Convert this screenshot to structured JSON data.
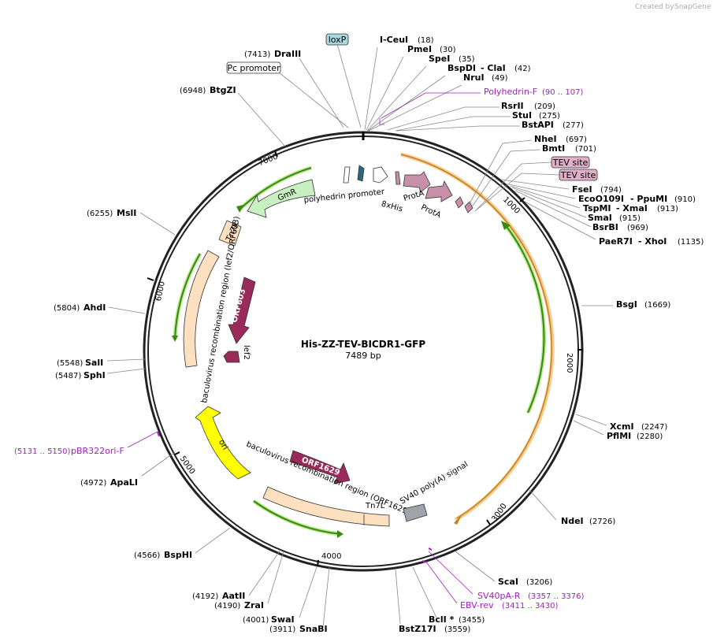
{
  "credit": "Created by",
  "credit_brand": "SnapGene",
  "plasmid": {
    "name": "His-ZZ-TEV-BICDR1-GFP",
    "length": "7489 bp"
  },
  "ticks": [
    "1000",
    "2000",
    "3000",
    "4000",
    "5000",
    "6000",
    "7000"
  ],
  "sites": [
    {
      "name": "I-CeuI",
      "pos": "(18)"
    },
    {
      "name": "PmeI",
      "pos": "(30)"
    },
    {
      "name": "SpeI",
      "pos": "(35)"
    },
    {
      "name": "BspDI",
      "pos": ""
    },
    {
      "name": "- ClaI",
      "pos": "(42)"
    },
    {
      "name": "NruI",
      "pos": "(49)"
    },
    {
      "name": "RsrII",
      "pos": "(209)"
    },
    {
      "name": "StuI",
      "pos": "(275)"
    },
    {
      "name": "BstAPI",
      "pos": "(277)"
    },
    {
      "name": "NheI",
      "pos": "(697)"
    },
    {
      "name": "BmtI",
      "pos": "(701)"
    },
    {
      "name": "FseI",
      "pos": "(794)"
    },
    {
      "name": "EcoO109I",
      "pos": ""
    },
    {
      "name": "- PpuMI",
      "pos": "(910)"
    },
    {
      "name": "TspMI",
      "pos": ""
    },
    {
      "name": "- XmaI",
      "pos": "(913)"
    },
    {
      "name": "SmaI",
      "pos": "(915)"
    },
    {
      "name": "BsrBI",
      "pos": "(969)"
    },
    {
      "name": "PaeR7I",
      "pos": ""
    },
    {
      "name": "- XhoI",
      "pos": "(1135)"
    },
    {
      "name": "BsgI",
      "pos": "(1669)"
    },
    {
      "name": "XcmI",
      "pos": "(2247)"
    },
    {
      "name": "PflMI",
      "pos": "(2280)"
    },
    {
      "name": "NdeI",
      "pos": "(2726)"
    },
    {
      "name": "ScaI",
      "pos": "(3206)"
    },
    {
      "name": "BclI *",
      "pos": "(3455)"
    },
    {
      "name": "BstZ17I",
      "pos": "(3559)"
    },
    {
      "name": "SnaBI",
      "pos": "(3911)"
    },
    {
      "name": "SwaI",
      "pos": "(4001)"
    },
    {
      "name": "ZraI",
      "pos": "(4190)"
    },
    {
      "name": "AatII",
      "pos": "(4192)"
    },
    {
      "name": "BspHI",
      "pos": "(4566)"
    },
    {
      "name": "ApaLI",
      "pos": "(4972)"
    },
    {
      "name": "SphI",
      "pos": "(5487)"
    },
    {
      "name": "SalI",
      "pos": "(5548)"
    },
    {
      "name": "AhdI",
      "pos": "(5804)"
    },
    {
      "name": "MslI",
      "pos": "(6255)"
    },
    {
      "name": "BtgZI",
      "pos": "(6948)"
    },
    {
      "name": "DraIII",
      "pos": "(7413)"
    }
  ],
  "primers": [
    {
      "name": "Polyhedrin-F",
      "pos": "(90 .. 107)"
    },
    {
      "name": "SV40pA-R",
      "pos": "(3357 .. 3376)"
    },
    {
      "name": "EBV-rev",
      "pos": "(3411 .. 3430)"
    },
    {
      "name": "pBR322ori-F",
      "pos": "(5131 .. 5150)"
    }
  ],
  "boxed_labels": {
    "loxp": "loxP",
    "pc_promoter": "Pc promoter",
    "tev1": "TEV site",
    "tev2": "TEV site"
  },
  "features": {
    "gmr": "GmR",
    "tn7r": "Tn7R",
    "polyhedrin_promoter": "polyhedrin promoter",
    "his": "8xHis",
    "prota1": "ProtA",
    "prota2": "ProtA",
    "orf603": "ORF603",
    "lef2": "lef2",
    "brr_top": "baculovirus recombination region (lef2/ORF603)",
    "ori": "ori",
    "orf1629": "ORF1629",
    "brr_bottom": "baculovirus recombination region (ORF1629)",
    "tn7l": "Tn7L",
    "sv40": "SV40 poly(A) signal"
  },
  "colors": {
    "backbone": "#222222",
    "gfp_orange": "#f0a030",
    "green_arrow": "#3a8a10",
    "gmr_fill": "#c8f0c0",
    "recomb_fill": "#fde0c0",
    "orf_fill": "#9a2a5a",
    "ori_fill": "#ffff00",
    "prot_fill": "#c890a8",
    "loxp_fill": "#a8d8e0",
    "tev_fill": "#e0b0c8",
    "primer": "#a020c0"
  }
}
